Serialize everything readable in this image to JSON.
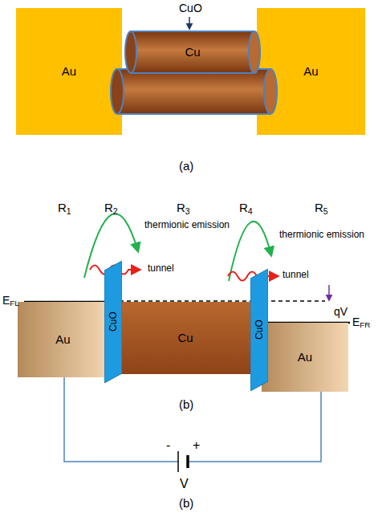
{
  "diagram": {
    "nodes": [
      {
        "text": [
          "Au"
        ]
      },
      {
        "text": [
          "Cu"
        ]
      },
      {
        "text": [
          "Au"
        ]
      },
      {
        "text": [
          "Au"
        ]
      },
      {
        "text": [
          "CuO"
        ]
      },
      {
        "text": [
          "Cu"
        ]
      },
      {
        "text": [
          "CuO"
        ]
      },
      {
        "text": [
          "Au"
        ]
      }
    ],
    "labels": [
      "CuO",
      "(a)",
      "R1",
      "R2",
      "R3",
      "R4",
      "R5",
      "thermionic emission",
      "tunnel",
      "thermionic emission",
      "tunnel",
      "EFL",
      "qV",
      "EFR",
      "-",
      "+",
      "V",
      "(b)",
      "(b)"
    ]
  }
}
